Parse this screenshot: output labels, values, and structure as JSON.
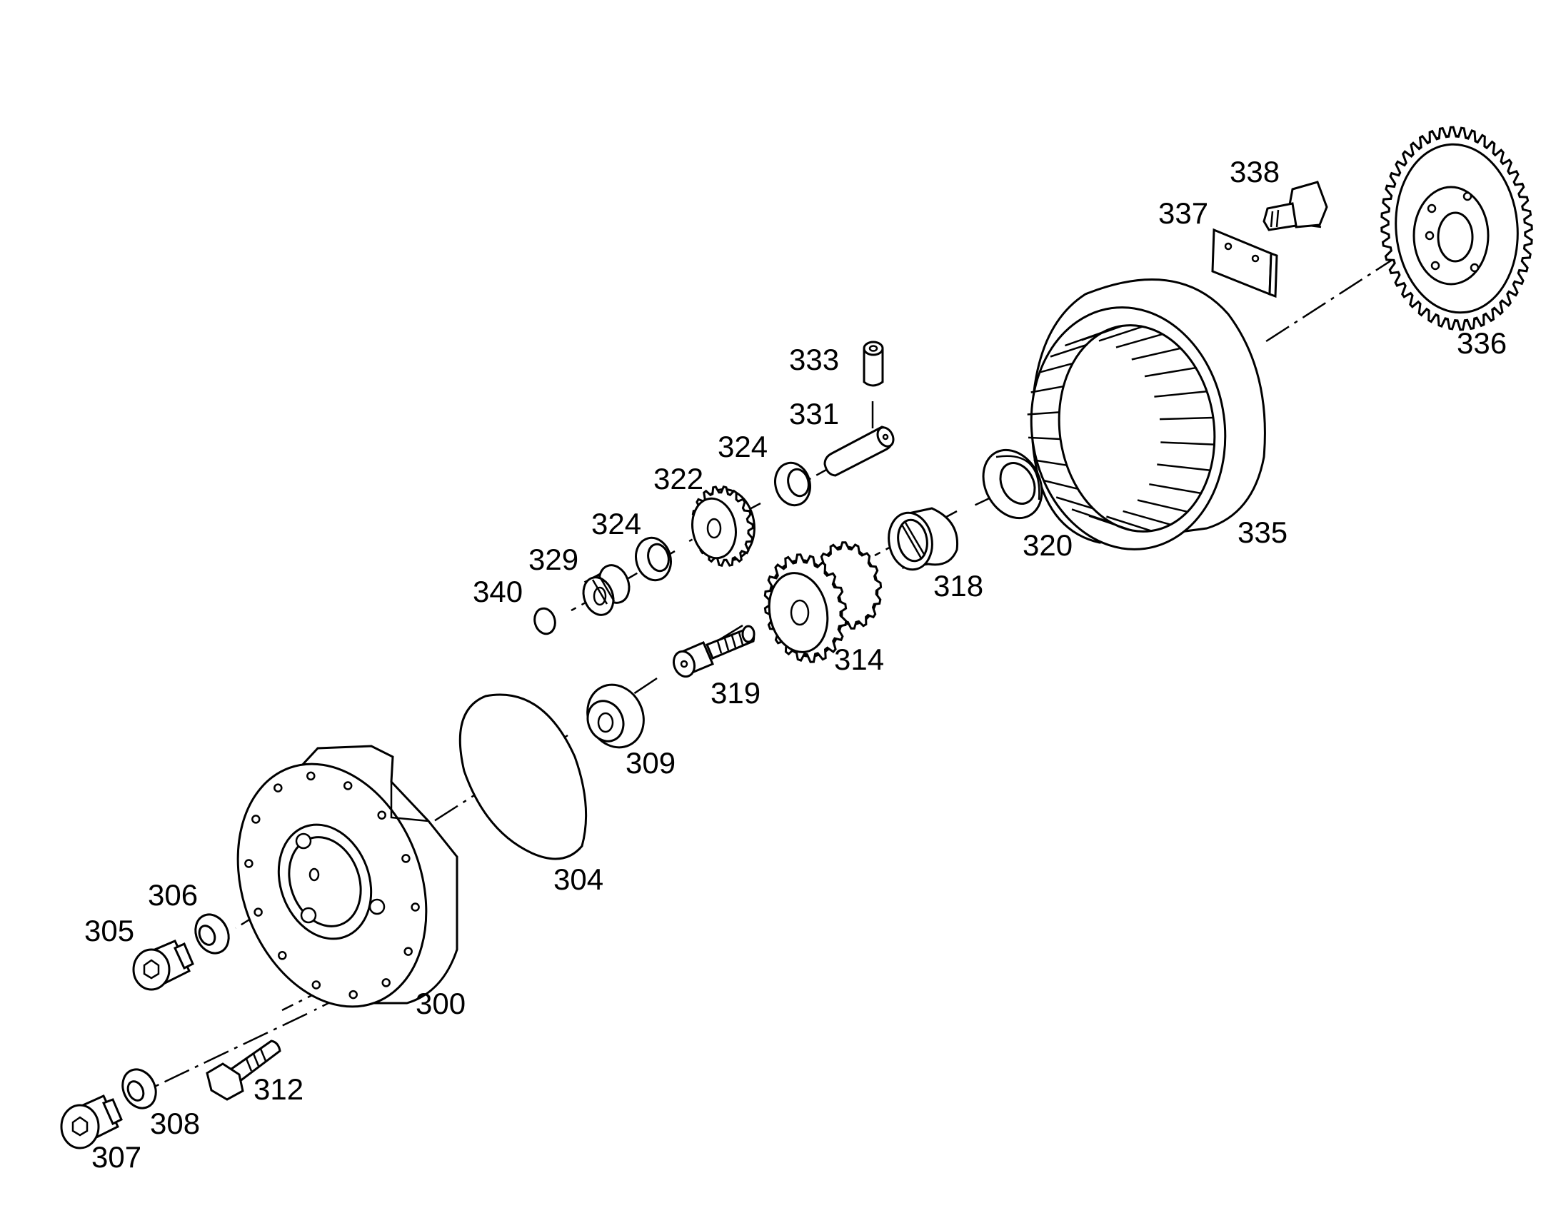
{
  "callouts": {
    "p300": "300",
    "p304": "304",
    "p305": "305",
    "p306": "306",
    "p307": "307",
    "p308": "308",
    "p309": "309",
    "p312": "312",
    "p314": "314",
    "p318": "318",
    "p319": "319",
    "p320": "320",
    "p322": "322",
    "p324a": "324",
    "p324b": "324",
    "p329": "329",
    "p331": "331",
    "p333": "333",
    "p335": "335",
    "p336": "336",
    "p337": "337",
    "p338": "338",
    "p340": "340"
  },
  "colors": {
    "line": "#000000",
    "background": "#ffffff"
  }
}
